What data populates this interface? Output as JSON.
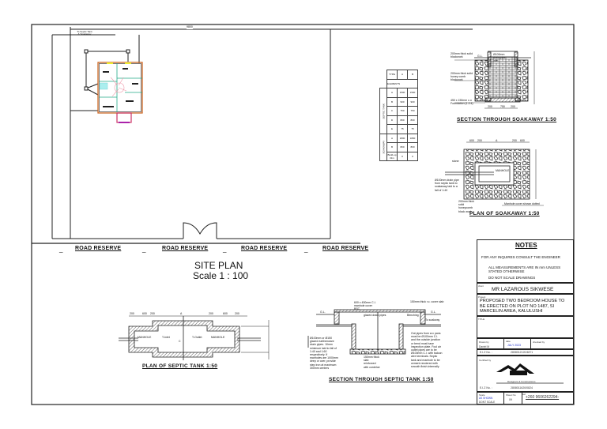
{
  "site_plan": {
    "title": "SITE PLAN",
    "scale": "Scale 1 : 100",
    "road_labels": [
      "ROAD RESERVE",
      "ROAD RESERVE",
      "ROAD RESERVE",
      "ROAD RESERVE"
    ],
    "top_dimension": "9800",
    "septic_note": "To Septic Tank & Soakaway"
  },
  "schedule_table": {
    "header": [
      "TYPE",
      "A",
      "B"
    ],
    "elements_label": "ELEMENTS",
    "groups": [
      {
        "name": "SEPTIC TANK",
        "rows": [
          [
            "A",
            "1500",
            "1500"
          ],
          [
            "B",
            "900",
            "900"
          ],
          [
            "C",
            "750",
            "750"
          ],
          [
            "D",
            "800",
            "800"
          ],
          [
            "E",
            "75",
            "75"
          ]
        ]
      },
      {
        "name": "SOAKAWAY",
        "rows": [
          [
            "A",
            "1800",
            "1800"
          ],
          [
            "B",
            "800",
            "800"
          ],
          [
            "Build-up Dim",
            "0",
            "0"
          ]
        ]
      }
    ]
  },
  "soakaway_section": {
    "title": "SECTION THROUGH SOAKAWAY 1:50",
    "notes": [
      "200mm thick solid blockwork",
      "200mm thick solid honey comb blockwork",
      "450 x 150mm c.o Foundation (1:2:4)",
      "Ø100mm drain pipe inlet",
      "G.L."
    ],
    "dims": [
      "200",
      "750",
      "200"
    ]
  },
  "soakaway_plan": {
    "title": "PLAN OF SOAKAWAY 1:50",
    "manhole_label": "MANHOLE",
    "notes": [
      "stone",
      "Ø100mm drain pipe from septic tank to soakaway laid to a fall of 1:40",
      "200mm thick solid honeycomb block work",
      "Manhole cover shown dotted"
    ],
    "dims": [
      "600",
      "200",
      "A",
      "200",
      "600"
    ]
  },
  "septic_plan": {
    "title": "PLAN OF SEPTIC TANK 1:50",
    "labels": [
      "MANHOLE",
      "T-Inlet",
      "C",
      "T-Outlet",
      "MANHOLE"
    ],
    "dims": [
      "200",
      "600",
      "200",
      "A",
      "200",
      "600",
      "200"
    ]
  },
  "septic_section": {
    "title": "SECTION THROUGH SEPTIC TANK 1:50",
    "notes_top": [
      "600 x 450mm C.I. manhole cover BSC",
      "150mm thick r.c. cover slab",
      "glazed drain pipes",
      "Benching",
      "To soakway",
      "G.L.",
      "G.L."
    ],
    "note_left": "Ø100mm or Ø150 glazed earthenware drain pipes. 10mm minimum laid to fall of 1:40 and 1:60 respectively. If manholes are 1000mm deep or over, provide step iron at maximum 300mm centers",
    "note_bottom": "150mm thick slab reinforced with cordeloe",
    "note_right": "Out pipes from w.c pans must be Ø100mm C.I. and the outside junction or bend must have inspection plate. Foul air outlet pipes are to be Ø100mm C.I. with baloon wire terminals. Septic tank and manhole to be cement rendered with smooth finish internally"
  },
  "title_block": {
    "notes_title": "NOTES",
    "notes": [
      "FOR ANY INQUIRES CONSULT  THE ENGINEER",
      "ALL MEASUREMENTS ARE IN mm UNLESS STATED OTHERWISE",
      "DO NOT SCALE DRAWINGS"
    ],
    "client_label": "client",
    "client": "MR LAZAROUS SIKWESE",
    "project_label": "Project",
    "project": "PROPOSED TWO BEDROOM HOUSE TO BE ERECTED  ON PLOT NO 1487, SI MARCELIN AREA, KALULUSHI",
    "title_label": "TITLE",
    "drawn_by_label": "Drawn by",
    "drawn_by": "Daniel M",
    "date_label": "date",
    "date": "JULY 2023",
    "checked_by_label": "checked by",
    "eiz_label": "E.I.Z No. :",
    "eiz_no_1": "2808012120/4871",
    "certified_label": "Certified by",
    "company": "Designers & Constructions",
    "eiz_no_2": "2808011620/0824",
    "scale_label": "Scale",
    "scale": "AS SHOWN",
    "dont_scale": "DONT SCALE",
    "sheet_label": "Sheet No",
    "sheet": "09",
    "cell_label": "cel",
    "phone": "+260 9606262294-",
    "accent_color": "#2233cc"
  }
}
